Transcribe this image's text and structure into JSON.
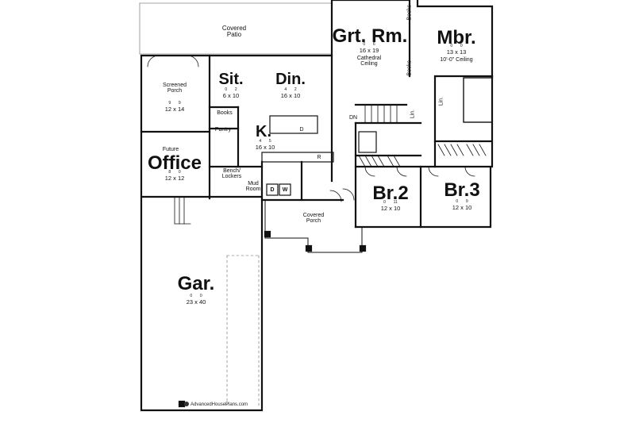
{
  "rooms": {
    "covered_patio": "Covered\nPatio",
    "great_room": {
      "name": "Grt. Rm.",
      "dim": "16 x 19",
      "sup": "0       6",
      "note": "Cathedral\nCeiling"
    },
    "master": {
      "name": "Mbr.",
      "dim": "13 x 13",
      "sup": "0       0",
      "note": "10'-0\" Ceiling"
    },
    "screened_porch": {
      "name": "Screened\nPorch",
      "dim": "12 x 14",
      "sup": "9       9"
    },
    "sitting": {
      "name": "Sit.",
      "dim": "6 x 10",
      "sup": "0       2"
    },
    "dining": {
      "name": "Din.",
      "dim": "16 x 10",
      "sup": "4       2"
    },
    "kitchen": {
      "name": "K.",
      "dim": "16 x 10",
      "sup": "4       5"
    },
    "office": {
      "prefix": "Future",
      "name": "Office",
      "dim": "12 x 12",
      "sup": "8       0"
    },
    "mud_room": "Mud\nRoom",
    "bench": "Bench/\nLockers",
    "pantry": "Pantry",
    "books_1": "Books",
    "books_2": "Books",
    "books_3": "Books",
    "lin_1": "Lin.",
    "lin_2": "Lin.",
    "bedroom2": {
      "name": "Br.2",
      "dim": "12 x 10",
      "sup": "0       11"
    },
    "bedroom3": {
      "name": "Br.3",
      "dim": "12 x 10",
      "sup": "0       9"
    },
    "covered_porch": "Covered\nPorch",
    "garage": {
      "name": "Gar.",
      "dim": "23 x 40",
      "sup": "0       0"
    },
    "dn": "DN",
    "d_dishwasher": "D",
    "r_fridge": "R",
    "dryer": "D",
    "washer": "W"
  },
  "credit": "AdvancedHousePlans.com"
}
